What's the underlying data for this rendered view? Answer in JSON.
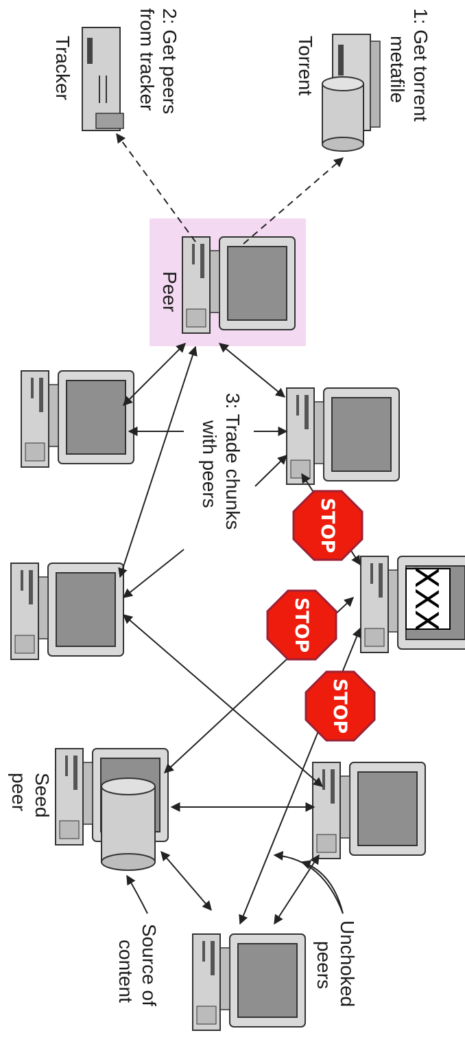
{
  "labels": {
    "step1_line1": "1: Get torrent",
    "step1_line2": "metafile",
    "torrent": "Torrent",
    "step2_line1": "2: Get peers",
    "step2_line2": "from tracker",
    "tracker": "Tracker",
    "peer": "Peer",
    "step3_line1": "3: Trade chunks",
    "step3_line2": "with peers",
    "seed_line1": "Seed",
    "seed_line2": "peer",
    "source_line1": "Source of",
    "source_line2": "content",
    "unchoked_line1": "Unchoked",
    "unchoked_line2": "peers"
  },
  "stop_signs": [
    "STOP",
    "STOP",
    "STOP"
  ],
  "blocked_screen_text": "XXX",
  "colors": {
    "peer_highlight": "#f4d9f2",
    "stop_fill": "#ee1c0c",
    "stop_border": "#9c2036",
    "monitor_case": "#d7d7d7",
    "monitor_screen": "#8f8f8f",
    "arrow": "#222222"
  },
  "icons": [
    "torrent-server-icon",
    "tracker-server-icon",
    "computer-icon",
    "database-icon",
    "stop-sign-icon"
  ]
}
